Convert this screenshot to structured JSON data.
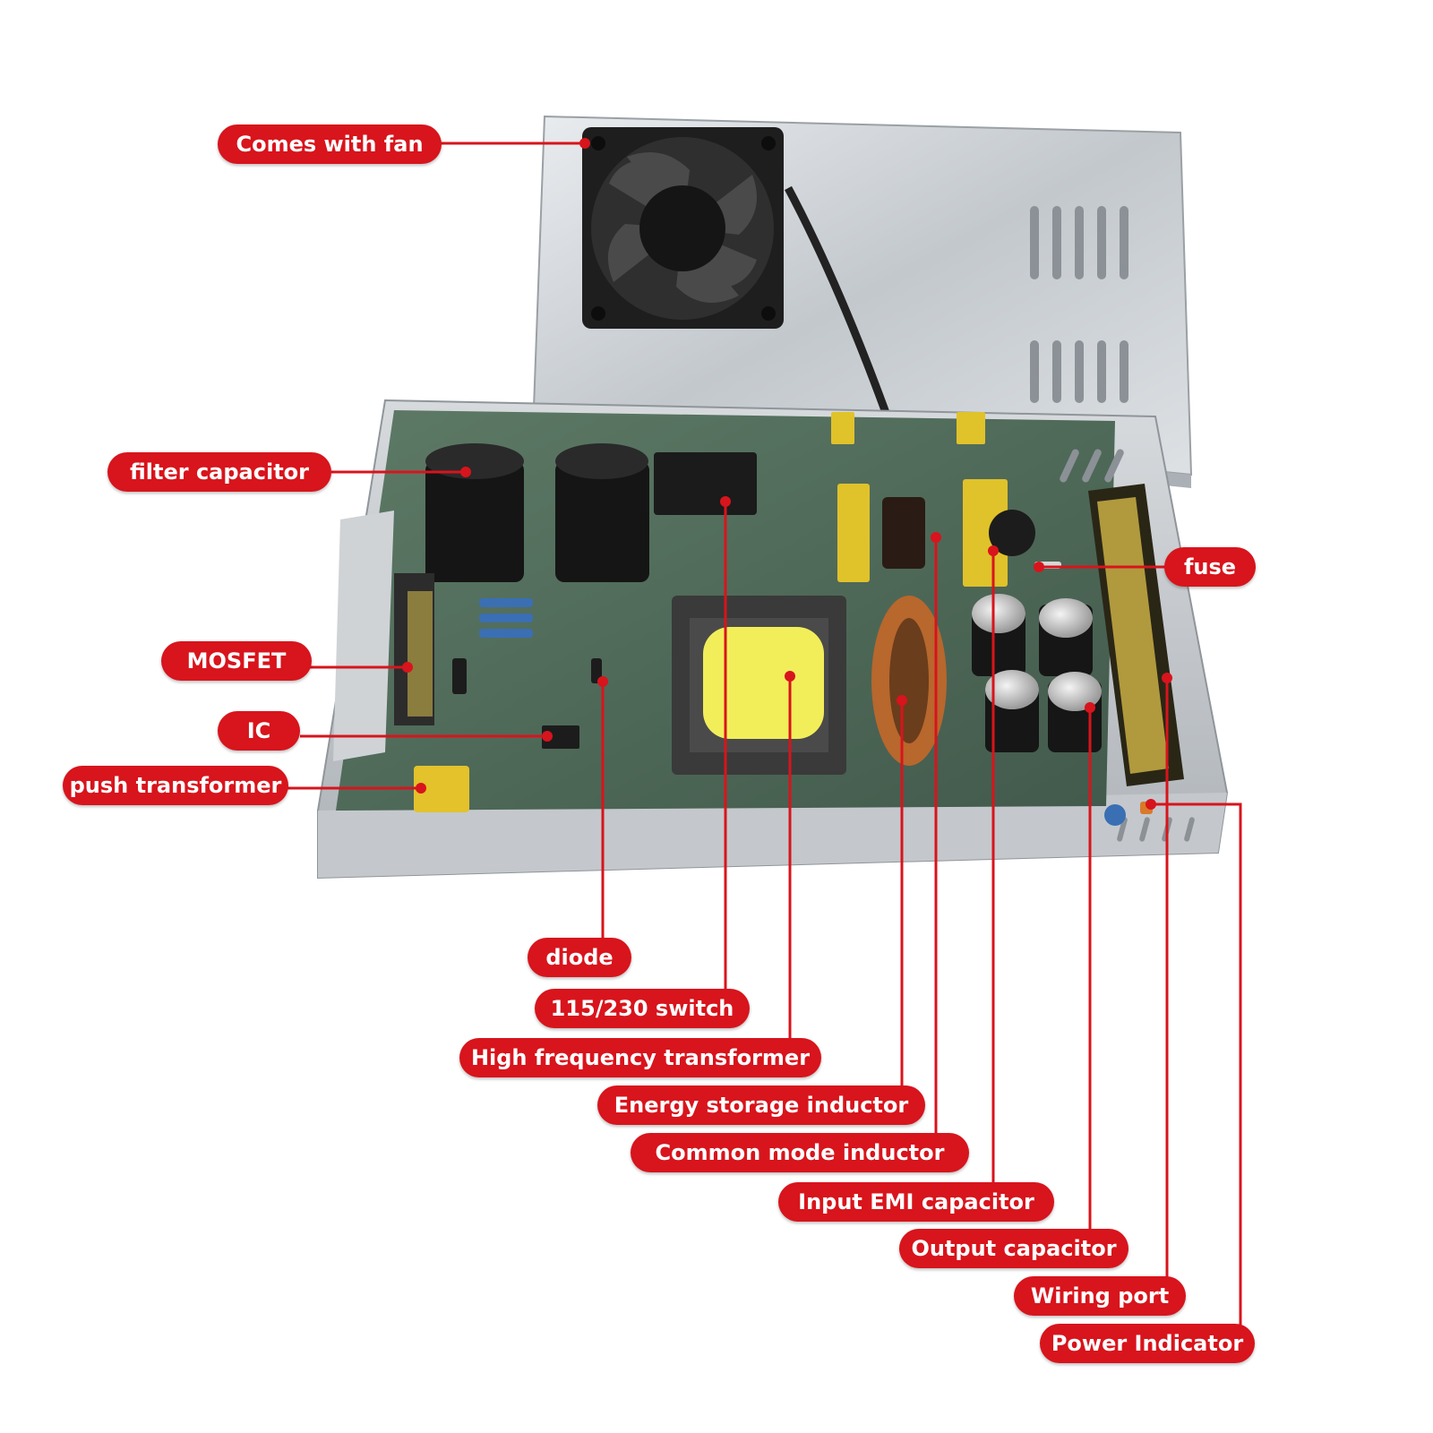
{
  "colors": {
    "callout_fill": "#d8141c",
    "callout_text": "#ffffff",
    "leader_line": "#d8141c",
    "background": "#ffffff",
    "pcb": "#4f6b5a",
    "chassis": "#c9cdd1"
  },
  "labels": {
    "fan": "Comes with fan",
    "filter_capacitor": "filter capacitor",
    "mosfet": "MOSFET",
    "ic": "IC",
    "push_transformer": "push transformer",
    "fuse": "fuse",
    "diode": "diode",
    "switch_115_230": "115/230 switch",
    "hf_transformer": "High frequency transformer",
    "energy_storage_inductor": "Energy storage inductor",
    "common_mode_inductor": "Common mode inductor",
    "input_emi_capacitor": "Input EMI capacitor",
    "output_capacitor": "Output capacitor",
    "wiring_port": "Wiring port",
    "power_indicator": "Power Indicator"
  }
}
